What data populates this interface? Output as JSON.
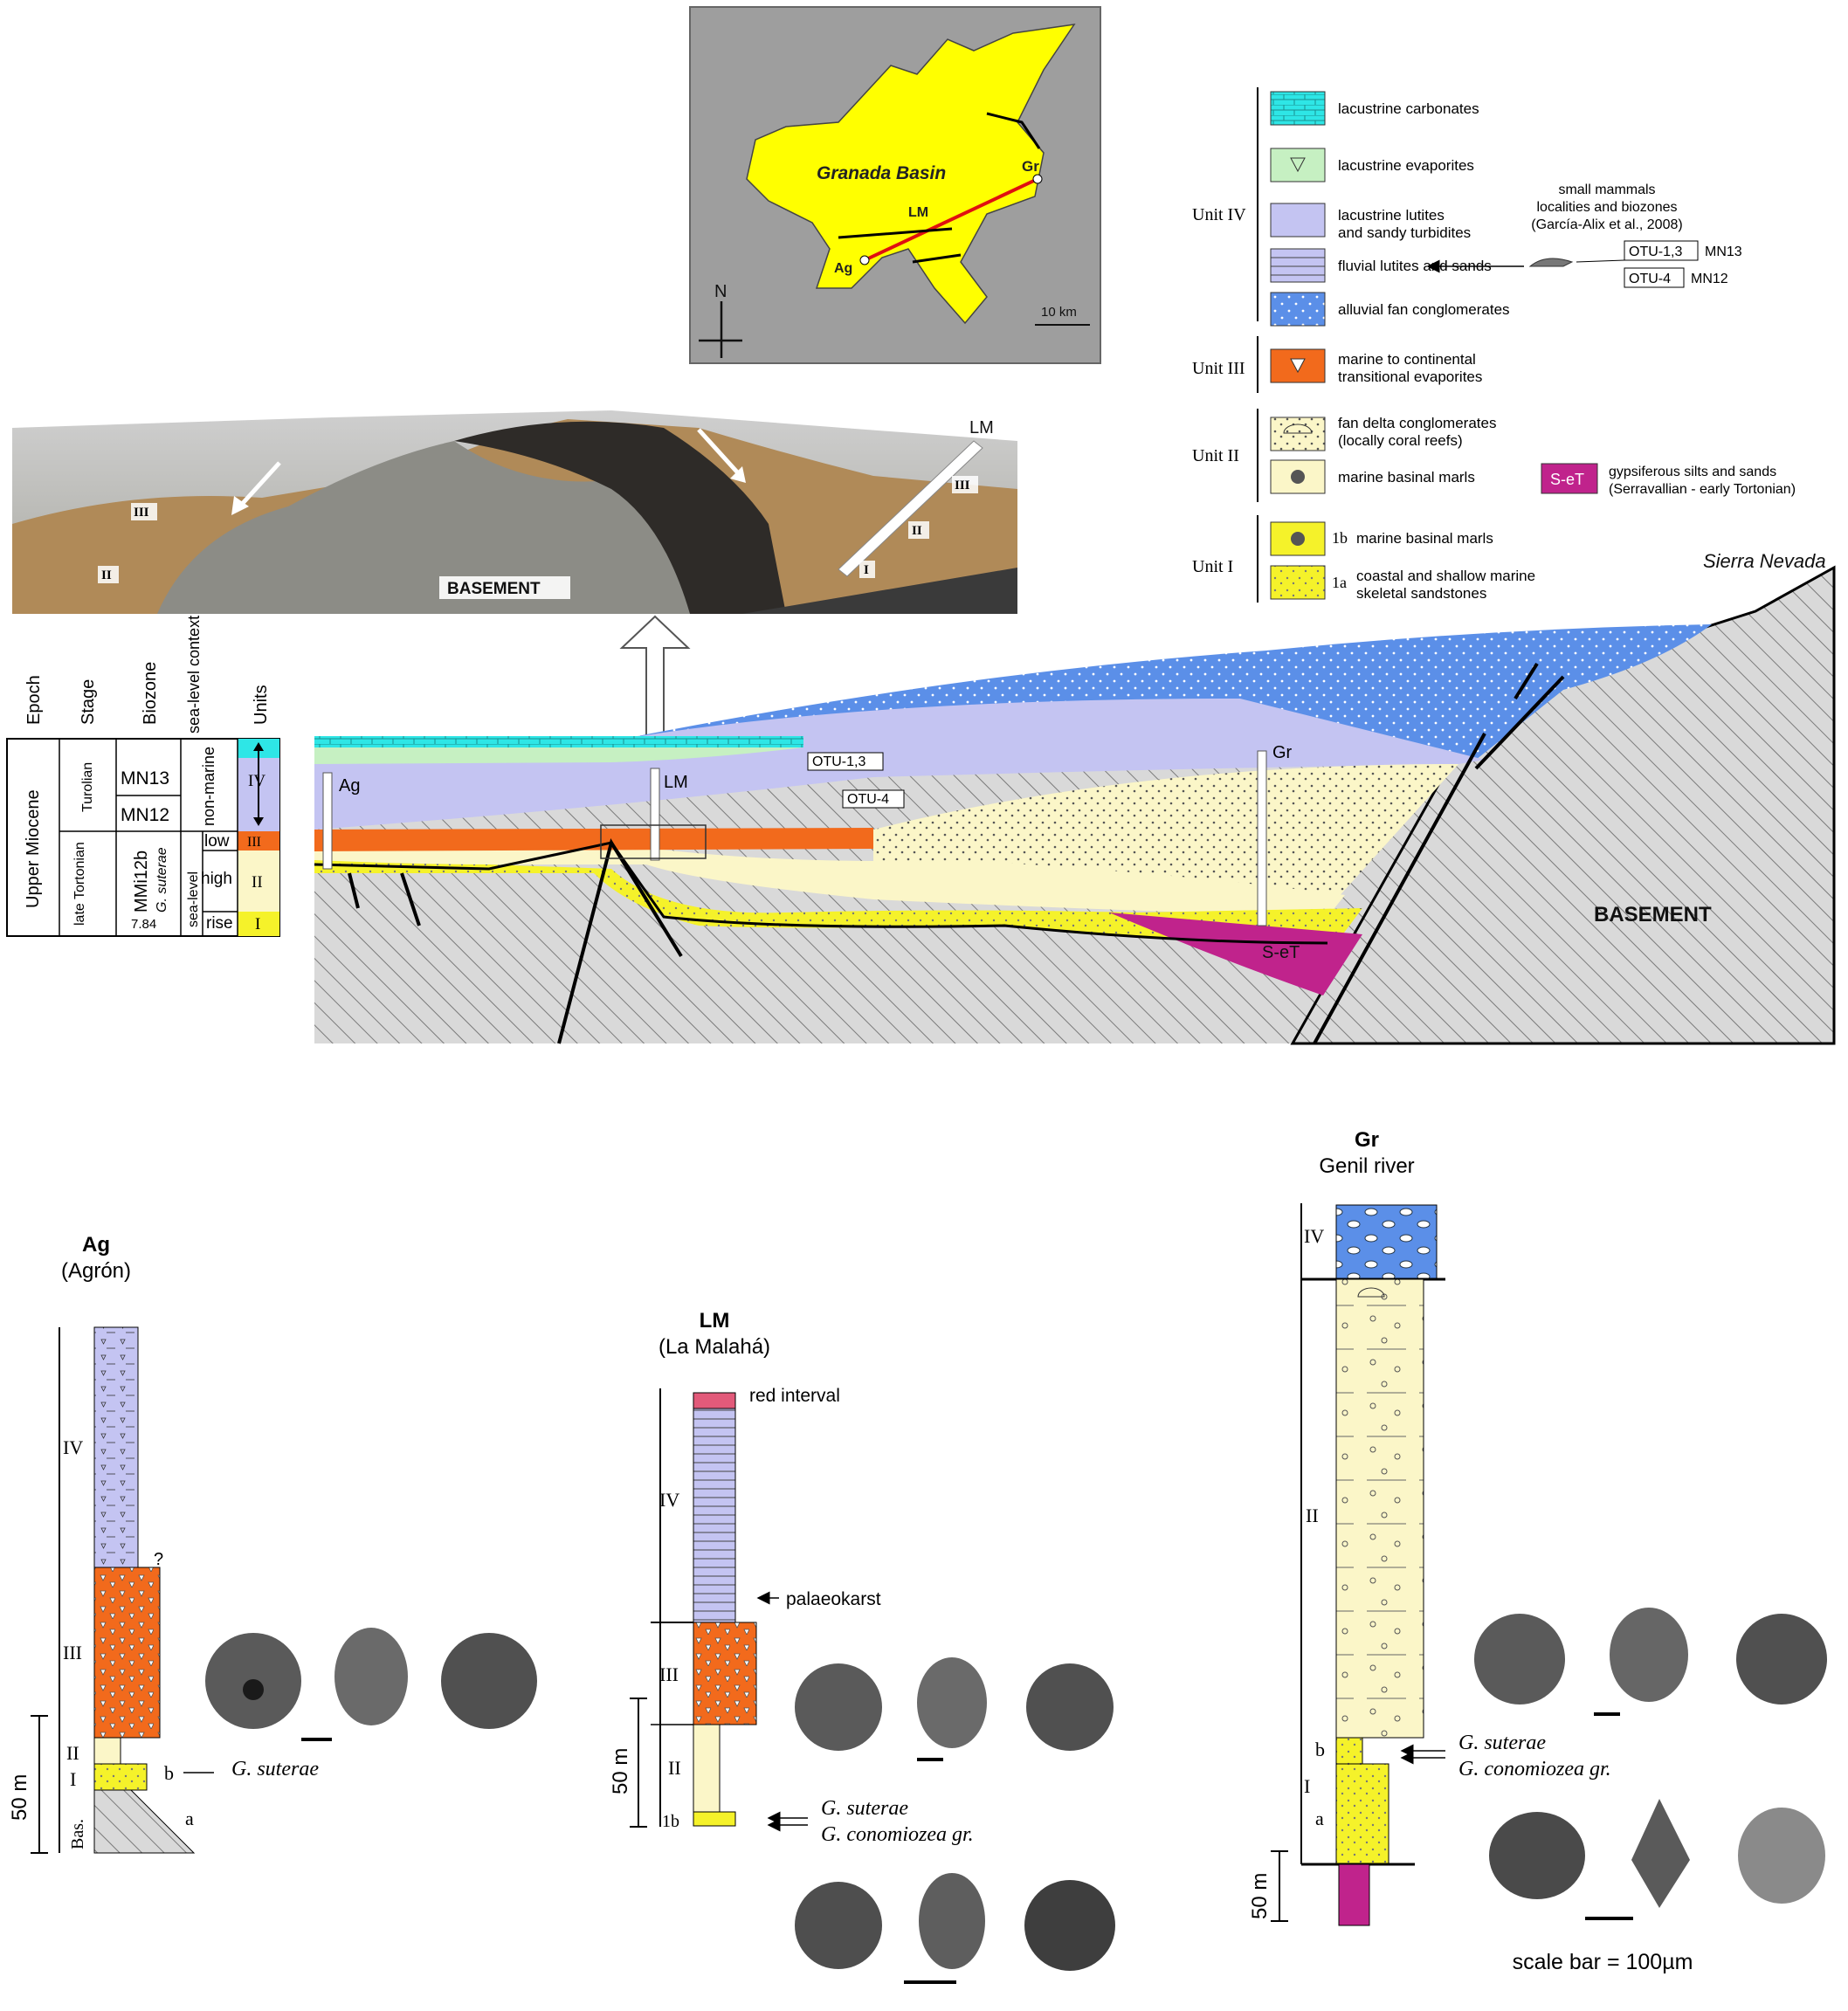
{
  "map": {
    "basin_name": "Granada Basin",
    "north": "N",
    "scale": "10 km",
    "loc_gr": "Gr",
    "loc_lm": "LM",
    "loc_ag": "Ag"
  },
  "legend": {
    "unit4": {
      "label": "Unit IV",
      "items": [
        {
          "text1": "lacustrine carbonates",
          "text2": ""
        },
        {
          "text1": "lacustrine evaporites",
          "text2": ""
        },
        {
          "text1": "lacustrine lutites",
          "text2": "and sandy turbidites"
        },
        {
          "text1": "fluvial lutites and sands",
          "text2": ""
        },
        {
          "text1": "alluvial fan conglomerates",
          "text2": ""
        }
      ]
    },
    "unit3": {
      "label": "Unit III",
      "text1": "marine to continental",
      "text2": "transitional evaporites"
    },
    "unit2": {
      "label": "Unit II",
      "items": [
        {
          "text1": "fan delta conglomerates",
          "text2": "(locally coral reefs)"
        },
        {
          "text1": "marine basinal marls",
          "text2": ""
        }
      ]
    },
    "unit1": {
      "label": "Unit I",
      "items": [
        {
          "code": "1b",
          "text1": "marine basinal marls",
          "text2": ""
        },
        {
          "code": "1a",
          "text1": "coastal and shallow marine",
          "text2": "skeletal sandstones"
        }
      ]
    },
    "set": {
      "code": "S-eT",
      "text1": "gypsiferous silts and sands",
      "text2": "(Serravallian - early Tortonian)"
    },
    "mammals": {
      "line1": "small mammals",
      "line2": "localities and biozones",
      "line3": "(García-Alix et al., 2008)",
      "otu13": "OTU-1,3",
      "otu4": "OTU-4",
      "mn13": "MN13",
      "mn12": "MN12"
    }
  },
  "photo": {
    "lm": "LM",
    "u3": "III",
    "u2": "II",
    "u1": "I",
    "left3": "III",
    "left2": "II",
    "basement": "BASEMENT"
  },
  "strat_table": {
    "headers": [
      "Epoch",
      "Stage",
      "Biozone",
      "sea-level context",
      "Units"
    ],
    "epoch": "Upper Miocene",
    "stage_top": "Turolian",
    "stage_bottom": "late Tortonian",
    "biozone_mn13": "MN13",
    "biozone_mn12": "MN12",
    "biozone_mmi": "MMi12b",
    "biozone_species": "G. suterae",
    "age": "7.84",
    "sea_top": "non-marine",
    "sea_bottom": "sea-level",
    "sea_low": "low",
    "sea_high": "high",
    "sea_rise": "rise",
    "units": [
      "IV",
      "III",
      "II",
      "I"
    ]
  },
  "section": {
    "ag": "Ag",
    "lm": "LM",
    "gr": "Gr",
    "otu13": "OTU-1,3",
    "otu4": "OTU-4",
    "set": "S-eT",
    "basement": "BASEMENT",
    "sierra": "Sierra Nevada"
  },
  "col_ag": {
    "title": "Ag",
    "subtitle": "(Agrón)",
    "u4": "IV",
    "u3": "III",
    "u2": "II",
    "u1": "I",
    "bas": "Bas.",
    "a": "a",
    "b": "b",
    "q": "?",
    "species": "G. suterae",
    "scale": "50 m"
  },
  "col_lm": {
    "title": "LM",
    "subtitle": "(La Malahá)",
    "red": "red interval",
    "palaeokarst": "palaeokarst",
    "u4": "IV",
    "u3": "III",
    "u2": "II",
    "u1b": "1b",
    "species1": "G. suterae",
    "species2": "G. conomiozea gr.",
    "scale": "50 m"
  },
  "col_gr": {
    "title": "Gr",
    "subtitle": "Genil river",
    "u4": "IV",
    "u2": "II",
    "u1": "I",
    "b": "b",
    "a": "a",
    "species1": "G. suterae",
    "species2": "G. conomiozea gr.",
    "scale": "50 m"
  },
  "scale_note": "scale bar = 100µm",
  "colors": {
    "carbonate": "#2ee6e6",
    "evaporite_lac": "#c6f0c2",
    "lutite": "#c4c4f2",
    "alluvial": "#5b8fe8",
    "unit3": "#f26a1c",
    "unit2": "#fbf6c8",
    "unit1": "#f5f22a",
    "set": "#c0238c",
    "basement": "#d9d9d9",
    "map_basin": "#ffff00"
  }
}
